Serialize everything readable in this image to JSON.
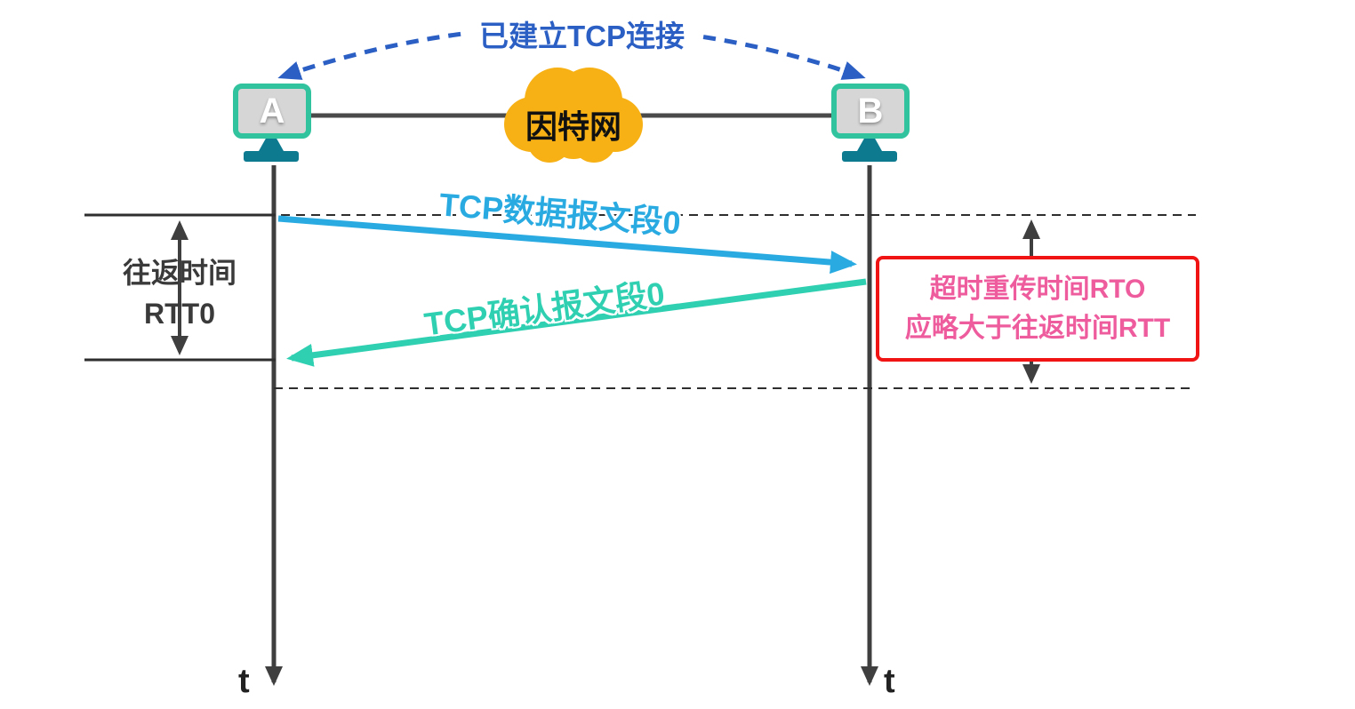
{
  "connection_note": "已建立TCP连接",
  "hosts": {
    "a": "A",
    "b": "B"
  },
  "network": {
    "label": "因特网"
  },
  "messages": [
    {
      "label": "TCP数据报文段0",
      "color": "#29ABE2",
      "from": "A",
      "to": "B"
    },
    {
      "label": "TCP确认报文段0",
      "color": "#2FCFB2",
      "from": "B",
      "to": "A"
    }
  ],
  "rtt": {
    "line1": "往返时间",
    "line2": "RTT0"
  },
  "rto_note": {
    "line1": "超时重传时间RTO",
    "line2": "应略大于往返时间RTT"
  },
  "time_axis": {
    "a_label": "t",
    "b_label": "t"
  },
  "colors": {
    "arrow_data": "#29ABE2",
    "arrow_ack": "#2FCFB2",
    "connection_dash": "#2B5FC4",
    "cloud": "#F7B115",
    "monitor_border": "#30C39E",
    "monitor_stand": "#0E7A90",
    "rto_border": "#F01414",
    "rto_text": "#EE5C9E",
    "timeline": "#3F3F3F"
  }
}
